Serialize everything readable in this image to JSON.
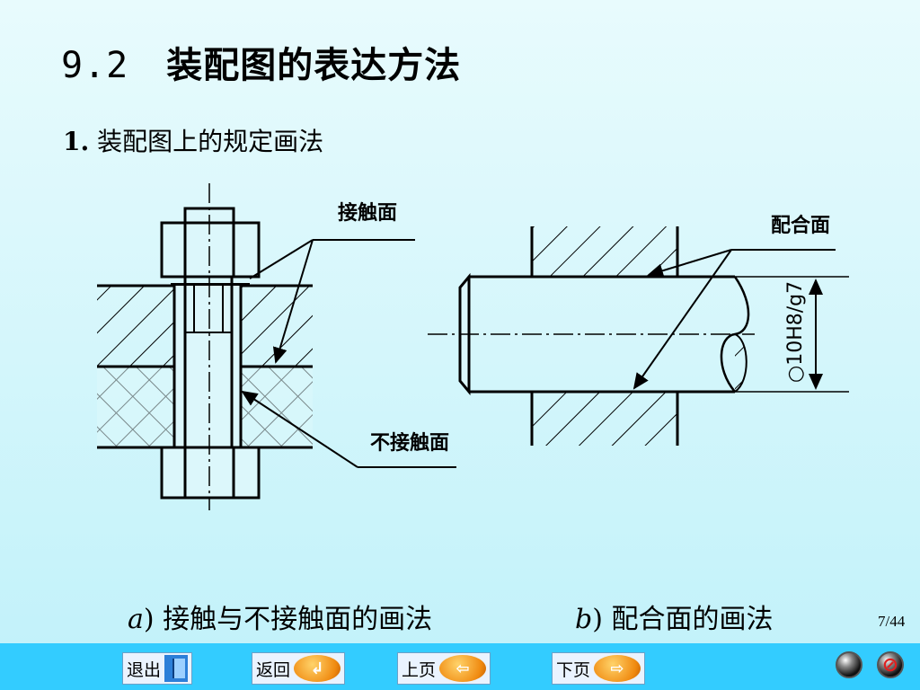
{
  "slide": {
    "title_number": "9.2",
    "title_text": "装配图的表达方法",
    "subtitle_number": "1.",
    "subtitle_text": "装配图上的规定画法",
    "figure_a": {
      "label_contact": "接触面",
      "label_noncontact": "不接触面",
      "caption_letter": "a",
      "caption_text": ") 接触与不接触面的画法"
    },
    "figure_b": {
      "label_fit": "配合面",
      "dimension": "○10H8/g7",
      "caption_letter": "b",
      "caption_text": ") 配合面的画法"
    },
    "page_indicator": "7/44"
  },
  "navbar": {
    "exit_label": "退出",
    "back_label": "返回",
    "prev_label": "上页",
    "next_label": "下页",
    "colors": {
      "bar": "#33ccff",
      "button_icon": "#f08a10"
    }
  }
}
